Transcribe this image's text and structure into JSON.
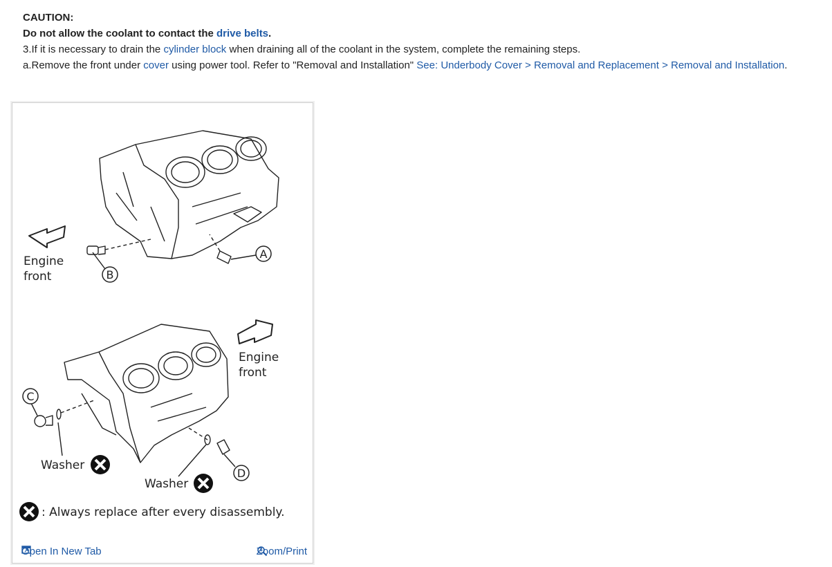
{
  "caution": {
    "title": "CAUTION:",
    "line_prefix": "Do not allow the coolant to contact the ",
    "line_link": "drive belts",
    "line_suffix": "."
  },
  "step3": {
    "prefix": "3.If it is necessary to drain the ",
    "link": "cylinder block",
    "suffix": " when draining all of the coolant in the system, complete the remaining steps."
  },
  "stepA": {
    "prefix": "a.Remove the front under ",
    "link": "cover",
    "middle": " using power tool. Refer to \"Removal and Installation\" ",
    "ref_link": "See: Underbody Cover > Removal and Replacement > Removal and Installation",
    "suffix": "."
  },
  "figure": {
    "upper_front_line1": "Engine",
    "upper_front_line2": "front",
    "lower_front_line1": "Engine",
    "lower_front_line2": "front",
    "callout_a": "A",
    "callout_b": "B",
    "callout_c": "C",
    "callout_d": "D",
    "washer_left": "Washer",
    "washer_right": "Washer",
    "legend": ": Always replace after every disassembly."
  },
  "footer": {
    "open_tab": "Open In New Tab",
    "zoom_print": "Zoom/Print"
  },
  "colors": {
    "link": "#1f5aa6"
  }
}
